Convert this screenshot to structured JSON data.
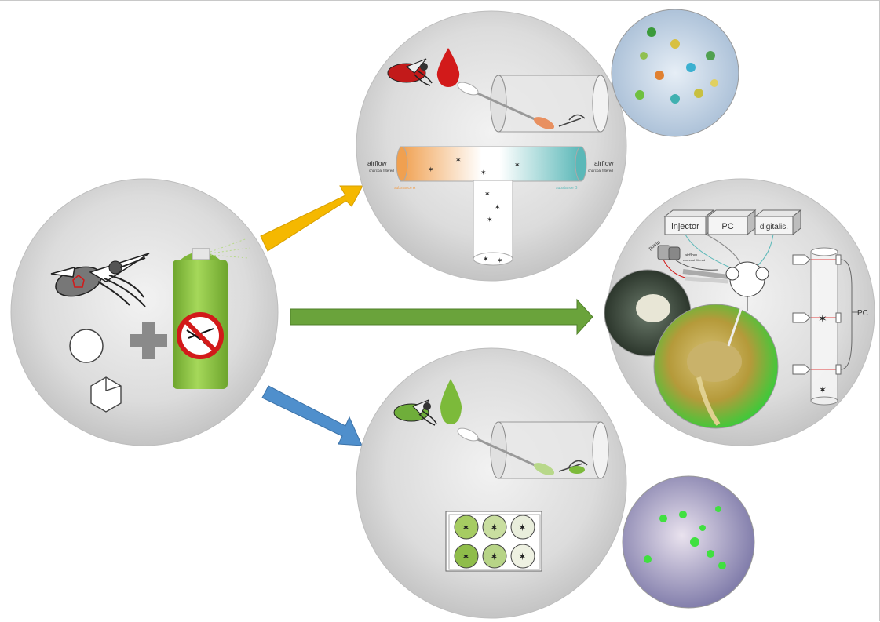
{
  "colors": {
    "arrow_top": "#f5b800",
    "arrow_mid": "#6aa33b",
    "arrow_bottom": "#4f8fcc",
    "blood_red": "#d21a1a",
    "sugar_green": "#7cba3a",
    "spray_can": "#8dc63f",
    "substance_a": "#f0a050",
    "substance_b": "#5bb8b8"
  },
  "icons": {
    "mosquito": "mosquito-icon",
    "spray": "insecticide-spray-icon",
    "no_symbol": "prohibition-icon",
    "plus": "plus-icon",
    "droplet": "droplet-icon",
    "virus": "icosahedron-icon",
    "cell": "circle-icon"
  },
  "t_maze": {
    "left_label": "airflow",
    "left_sub": "charcoal filtered",
    "right_label": "airflow",
    "right_sub": "charcoal filtered",
    "substance_a": "substance A",
    "substance_b": "substance B"
  },
  "ephys": {
    "box_injector": "injector",
    "box_pc": "PC",
    "box_digitalis": "digitalis.",
    "pump_label": "pump",
    "airflow_label": "airflow",
    "airflow_sub": "charcoal filtered",
    "pc_side_label": "PC"
  }
}
